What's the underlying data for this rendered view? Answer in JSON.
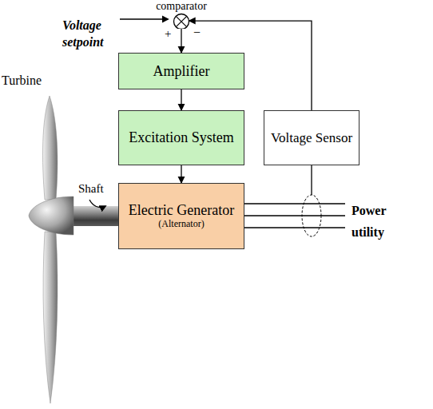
{
  "diagram": {
    "nodes": [
      {
        "text": [
          "comparator"
        ]
      },
      {
        "text": [
          "Amplifier"
        ]
      },
      {
        "text": [
          "Excitation System"
        ]
      },
      {
        "text": [
          "Voltage Sensor"
        ]
      },
      {
        "text": [
          "Electric Generator",
          "(Alternator)"
        ]
      }
    ],
    "edges": [
      {
        "from": 0,
        "to": 1,
        "arrow": "to"
      },
      {
        "from": 1,
        "to": 2,
        "arrow": "to"
      },
      {
        "from": 2,
        "to": 4,
        "arrow": "to"
      },
      {
        "from": 3,
        "to": 0,
        "arrow": "to"
      }
    ],
    "labels": [
      "Voltage setpoint",
      "+",
      "−",
      "Turbine",
      "Shaft",
      "Power utility"
    ]
  }
}
